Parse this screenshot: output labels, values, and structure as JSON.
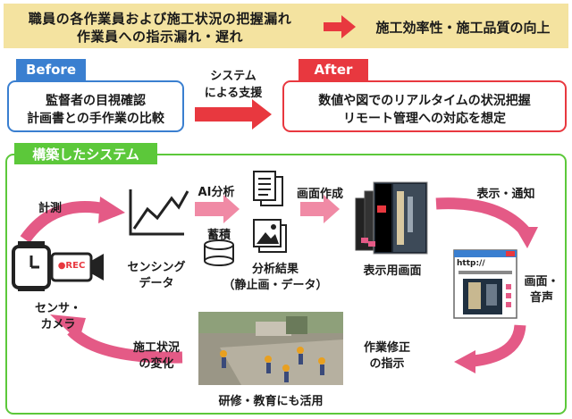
{
  "banner": {
    "issue_line1": "職員の各作業員および施工状況の把握漏れ",
    "issue_line2": "作業員への指示漏れ・遅れ",
    "result": "施工効率性・施工品質の向上",
    "arrow_icon": "right-arrow-icon"
  },
  "before": {
    "tag": "Before",
    "line1": "監督者の目視確認",
    "line2": "計画書との手作業の比較"
  },
  "transition": {
    "line1": "システム",
    "line2": "による支援"
  },
  "after": {
    "tag": "After",
    "line1": "数値や図でのリアルタイムの状況把握",
    "line2": "リモート管理への対応を想定"
  },
  "system": {
    "tag": "構築したシステム",
    "measure": "計測",
    "rec": "●REC",
    "sensor_line1": "センサ・",
    "sensor_line2": "カメラ",
    "sensing_line1": "センシング",
    "sensing_line2": "データ",
    "ai": "AI分析",
    "store": "蓄積",
    "screen_create": "画面作成",
    "result_line1": "分析結果",
    "result_line2": "（静止画・データ）",
    "display_screen": "表示用画面",
    "notify": "表示・通知",
    "url": "http://",
    "screen_voice_line1": "画面・",
    "screen_voice_line2": "音声",
    "correction_line1": "作業修正",
    "correction_line2": "の指示",
    "change_line1": "施工状況",
    "change_line2": "の変化",
    "training": "研修・教育にも活用"
  },
  "colors": {
    "banner_bg": "#f4e3a0",
    "before_blue": "#3a7fd0",
    "after_red": "#e8383f",
    "system_green": "#5cc83a",
    "arrow_red": "#e8383f",
    "flow_pink": "#e45a86"
  }
}
